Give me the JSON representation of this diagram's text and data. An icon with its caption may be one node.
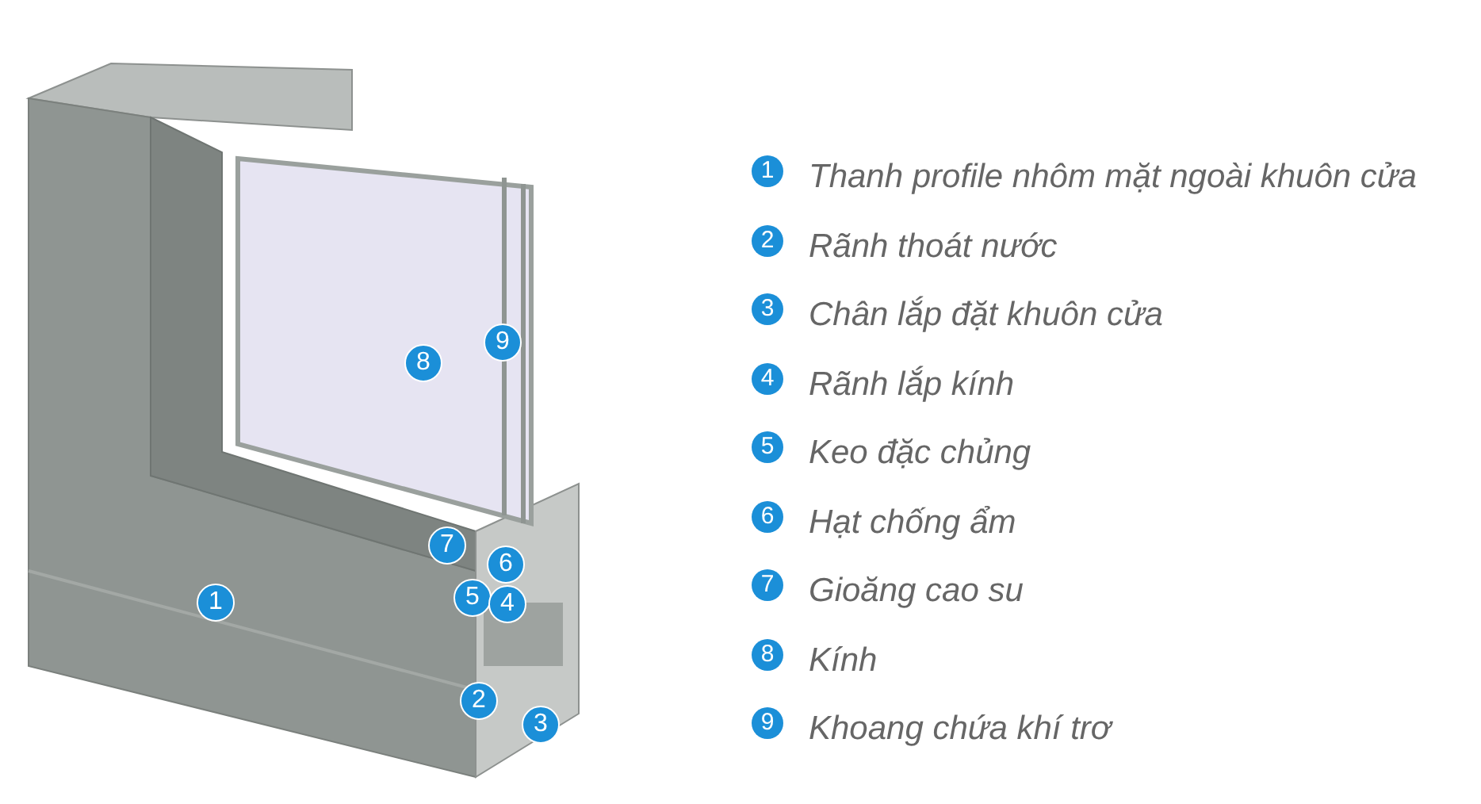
{
  "diagram": {
    "labels": [
      "9",
      "8",
      "7",
      "6",
      "5",
      "1",
      "4",
      "2",
      "3",
      "1",
      "Thanh profile nhôm mặt ngoài khuôn cửa",
      "2",
      "Rãnh thoát nước",
      "3",
      "Chân lắp đặt khuôn cửa",
      "4",
      "Rãnh lắp kính",
      "5",
      "Keo đặc chủng",
      "6",
      "Hạt chống ẩm",
      "7",
      "Gioăng cao su",
      "8",
      "Kính",
      "9",
      "Khoang chứa khí trơ"
    ]
  }
}
